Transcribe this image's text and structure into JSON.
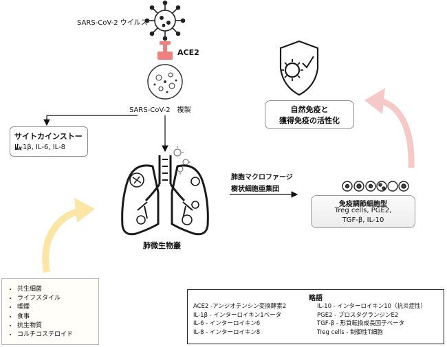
{
  "virus_label": "SARS-CoV-2 ウイルス",
  "receptor_label": "ACE2",
  "replication_label": "SARS-CoV-2　複製",
  "cytokine": {
    "title": "サイトカインストーム",
    "items": "IL-1β, IL-6, IL-8"
  },
  "microbiome_label": "肺微生物叢",
  "arrow_labels": {
    "line1": "肺胞マクロファージ",
    "line2": "樹状細胞亜集団"
  },
  "immune_activation": {
    "line1": "自然免疫と",
    "line2": "獲得免疫の活性化"
  },
  "treg": {
    "title": "免疫調節細胞型",
    "line1": "Treg cells,  PGE2,",
    "line2": "TGF-β, IL-10"
  },
  "factors": [
    "共生細菌",
    "ライフスタイル",
    "喫煙",
    "食事",
    "抗生物質",
    "コルチコステロイド"
  ],
  "abbreviations": {
    "title": "略語",
    "left": [
      "ACE2 -アンジオテンシン変換酵素2",
      "IL-1β -  インターロイキン1ベータ",
      "IL-6 -  インターロイキン6",
      "IL-8 -  インターロイキン8"
    ],
    "right": [
      "IL-10 -  インターロイキン10（抗炎症性）",
      "PGE2 -  プロスタグランジンE2",
      "TGF-β -  形質転換成長因子ベータ",
      "Treg cells -  制御性T細胞"
    ]
  }
}
